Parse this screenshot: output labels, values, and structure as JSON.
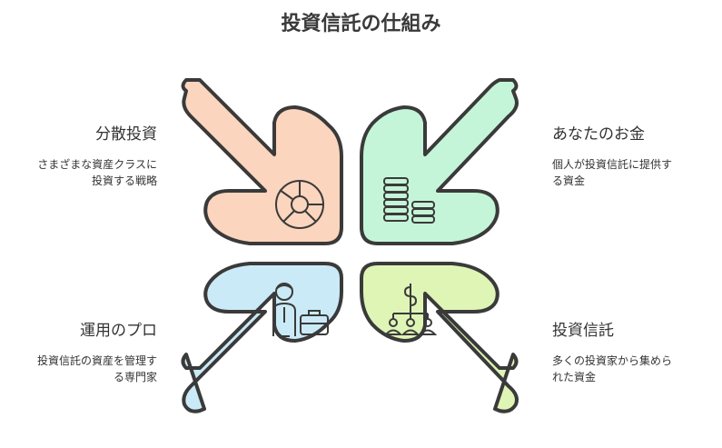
{
  "title": "投資信託の仕組み",
  "quadrants": {
    "top_left": {
      "heading": "分散投資",
      "desc_line1": "さまざまな資産クラスに",
      "desc_line2": "投資する戦略",
      "color": "#fbd5bd",
      "icon": "pie-chart-icon"
    },
    "top_right": {
      "heading": "あなたのお金",
      "desc_line1": "個人が投資信託に提供す",
      "desc_line2": "る資金",
      "color": "#c5f5d8",
      "icon": "coin-stacks-icon"
    },
    "bottom_left": {
      "heading": "運用のプロ",
      "desc_line1": "投資信託の資産を管理す",
      "desc_line2": "る専門家",
      "color": "#cbeaf7",
      "icon": "businessman-icon"
    },
    "bottom_right": {
      "heading": "投資信託",
      "desc_line1": "多くの投資家から集めら",
      "desc_line2": "れた資金",
      "color": "#dff5b6",
      "icon": "investor-network-icon"
    }
  },
  "colors": {
    "stroke": "#3a3a3a"
  }
}
